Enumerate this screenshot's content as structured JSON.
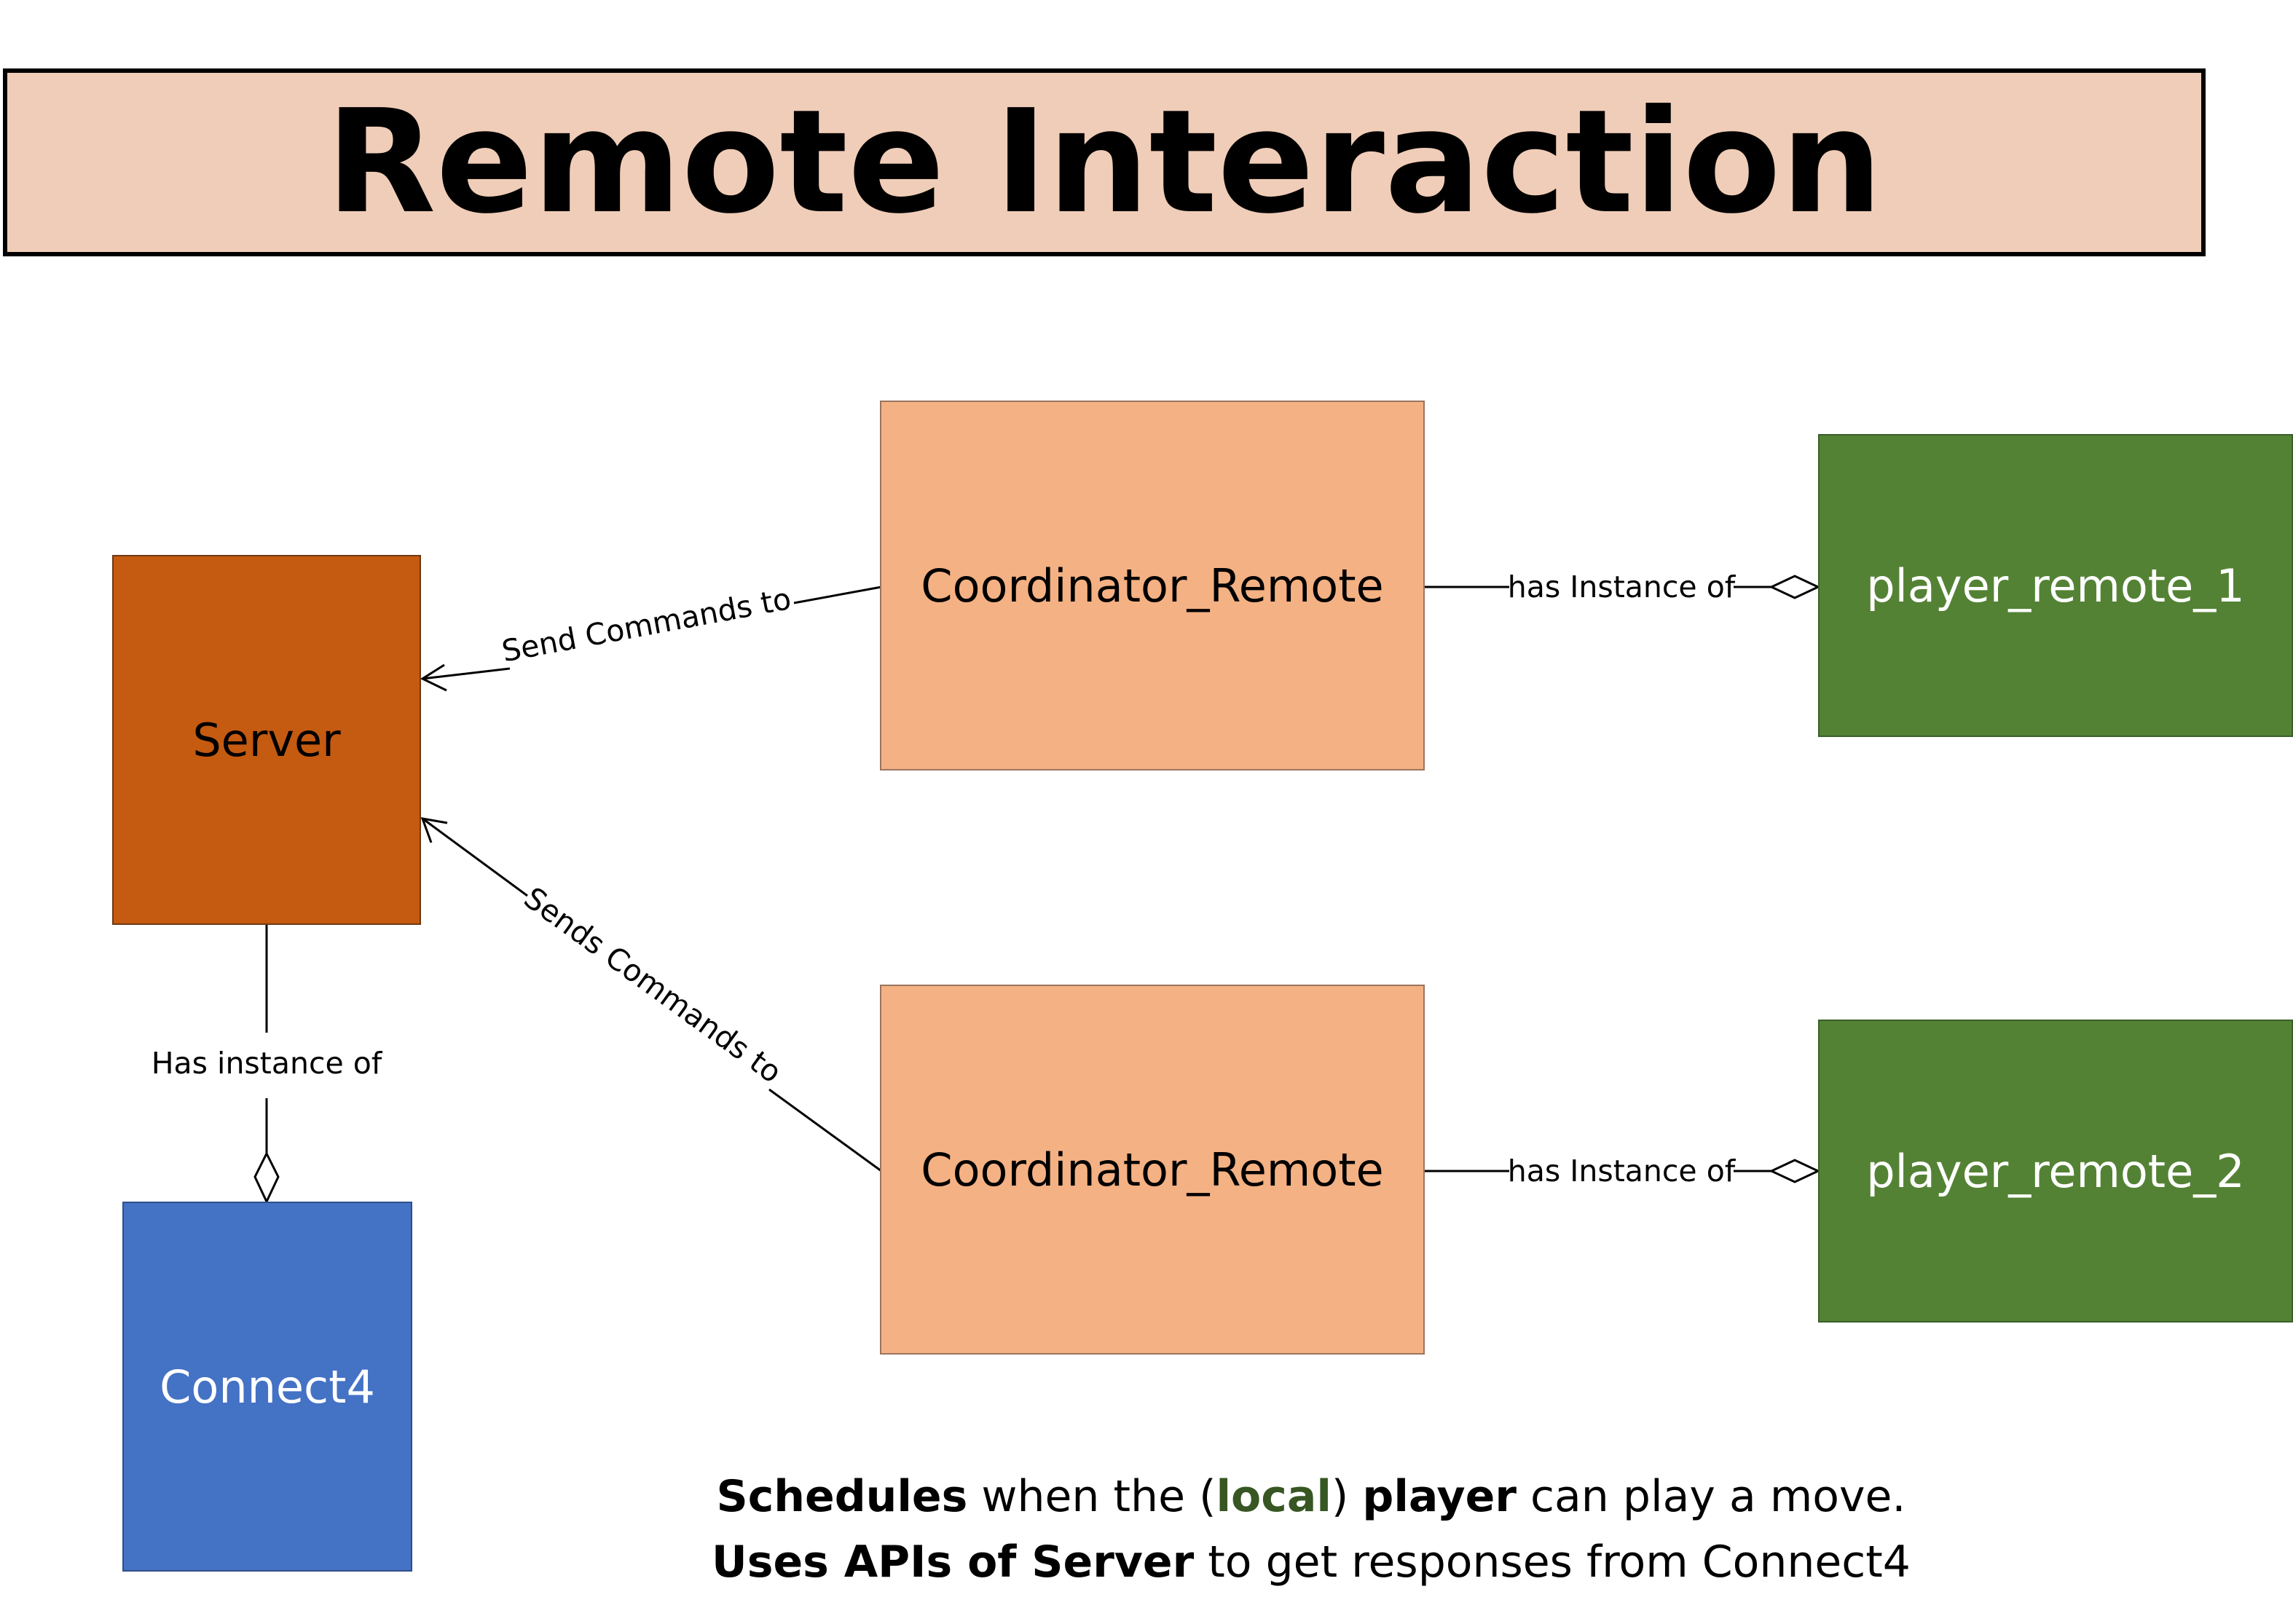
{
  "title": "Remote Interaction",
  "colors": {
    "title_background": "#f0cdb8",
    "server": "#c55a11",
    "connect4": "#4472c4",
    "coordinator": "#f4b183",
    "player": "#548235",
    "local_highlight": "#375623"
  },
  "nodes": {
    "server": {
      "label": "Server"
    },
    "connect4": {
      "label": "Connect4"
    },
    "coordinator_1": {
      "label": "Coordinator_Remote"
    },
    "coordinator_2": {
      "label": "Coordinator_Remote"
    },
    "player_1": {
      "label": "player_remote_1"
    },
    "player_2": {
      "label": "player_remote_2"
    }
  },
  "edges": {
    "coord1_to_server": {
      "label": "Send Commands to"
    },
    "coord2_to_server": {
      "label": "Sends Commands to"
    },
    "server_connect4": {
      "label": "Has instance of"
    },
    "coord1_player1": {
      "label": "has Instance of"
    },
    "coord2_player2": {
      "label": "has Instance of"
    }
  },
  "caption": {
    "line1": {
      "bold1": "Schedules",
      "text1": " when the (",
      "local": "local",
      "text2": ") ",
      "bold2": "player",
      "text3": " can play a move."
    },
    "line2": {
      "bold1": "Uses APIs of Server",
      "text1": " to get responses from Connect4"
    }
  }
}
